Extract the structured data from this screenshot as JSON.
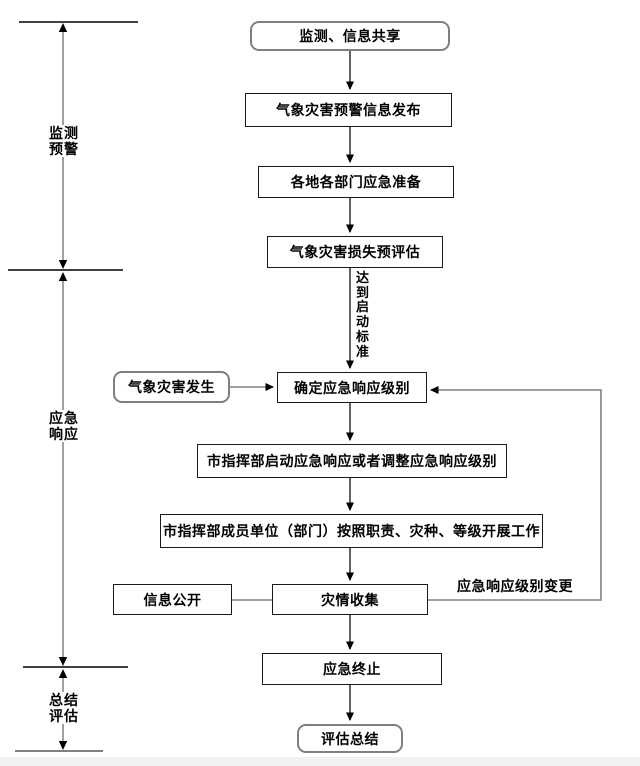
{
  "diagram": {
    "title_implicit": "气象灾害应急响应流程图",
    "phases": [
      {
        "label": "监测\n预警"
      },
      {
        "label": "应急\n响应"
      },
      {
        "label": "总结\n评估"
      }
    ],
    "nodes": [
      {
        "id": "monitor-info-sharing",
        "shape": "rounded",
        "label": "监测、信息共享"
      },
      {
        "id": "warning-info-release",
        "shape": "rect",
        "label": "气象灾害预警信息发布"
      },
      {
        "id": "emergency-preparation",
        "shape": "rect",
        "label": "各地各部门应急准备"
      },
      {
        "id": "loss-preassessment",
        "shape": "rect",
        "label": "气象灾害损失预评估"
      },
      {
        "id": "disaster-occurs",
        "shape": "rounded",
        "label": "气象灾害发生"
      },
      {
        "id": "determine-response-level",
        "shape": "rect",
        "label": "确定应急响应级别"
      },
      {
        "id": "start-or-adjust-response",
        "shape": "rect",
        "label": "市指挥部启动应急响应或者调整应急响应级别"
      },
      {
        "id": "member-units-work",
        "shape": "rect",
        "label": "市指挥部成员单位（部门）按照职责、灾种、等级开展工作"
      },
      {
        "id": "info-disclosure",
        "shape": "rect",
        "label": "信息公开"
      },
      {
        "id": "disaster-info-collection",
        "shape": "rect",
        "label": "灾情收集"
      },
      {
        "id": "emergency-termination",
        "shape": "rect",
        "label": "应急终止"
      },
      {
        "id": "evaluation-summary",
        "shape": "rounded",
        "label": "评估总结"
      }
    ],
    "edge_labels": {
      "threshold_vertical": "达到启动标准",
      "response_level_change": "应急响应级别变更"
    },
    "colors": {
      "background": "#ffffff",
      "rect_border": "#1a1a1a",
      "rounded_border": "#7f7f7f",
      "flow_line": "#3a3a3a",
      "gray_line": "#808080",
      "arrowhead": "#000000",
      "bottom_band": "#f1f1ef"
    }
  }
}
